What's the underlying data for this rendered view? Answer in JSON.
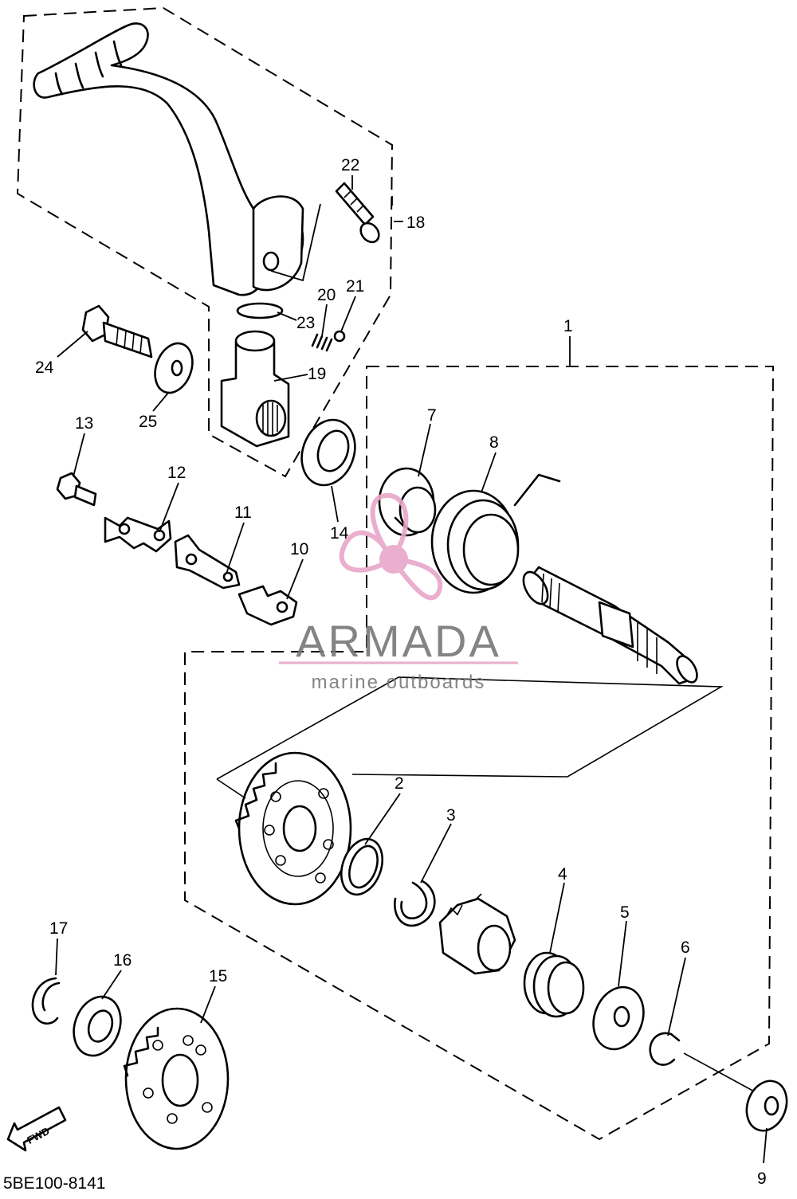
{
  "diagram": {
    "part_numbers": [
      "1",
      "2",
      "3",
      "4",
      "5",
      "6",
      "7",
      "8",
      "9",
      "10",
      "11",
      "12",
      "13",
      "14",
      "15",
      "16",
      "17",
      "18",
      "19",
      "20",
      "21",
      "22",
      "23",
      "24",
      "25"
    ],
    "fwd_label": "FWD",
    "drawing_code": "5BE100-8141"
  },
  "watermark": {
    "brand": "ARMADA",
    "tagline": "marine outboards",
    "colors": {
      "logo_pink": "#e8a6c9",
      "logo_text": "#777777"
    }
  }
}
